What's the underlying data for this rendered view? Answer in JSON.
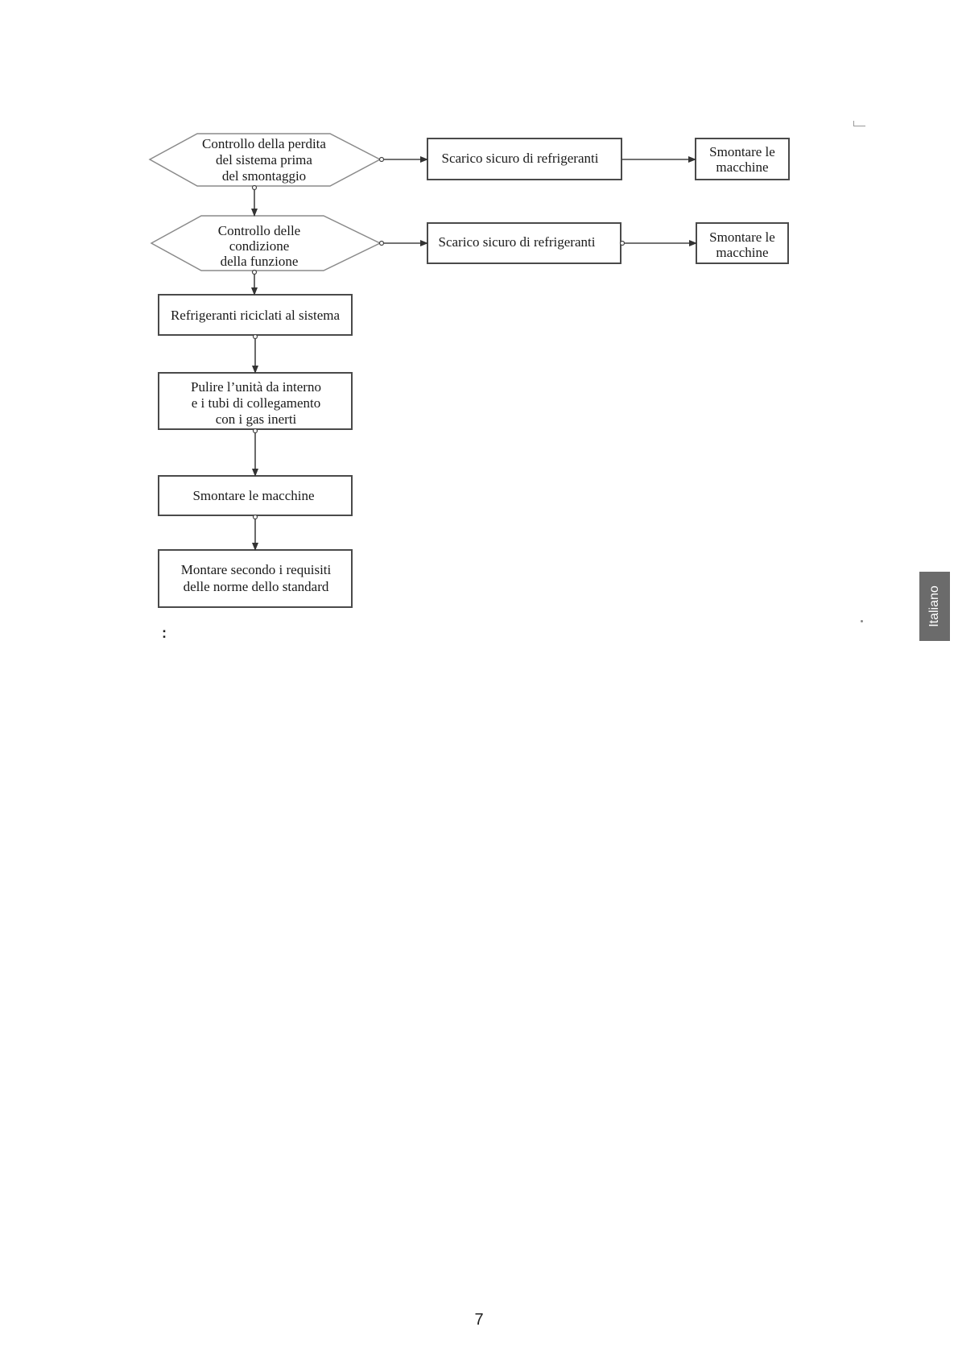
{
  "flowchart": {
    "decision_leak_check": [
      "Controllo della perdita",
      "del sistema prima",
      "del smontaggio"
    ],
    "decision_function_check": [
      "Controllo delle",
      "condizione",
      "della funzione"
    ],
    "branch1_discharge": "Scarico sicuro di refrigeranti",
    "branch1_dismantle": [
      "Smontare le",
      "macchine"
    ],
    "branch2_discharge": "Scarico sicuro di refrigeranti",
    "branch2_dismantle": [
      "Smontare le",
      "macchine"
    ],
    "step_recycle": "Refrigeranti riciclati al sistema",
    "step_clean": [
      "Pulire l’unità da interno",
      "e i tubi di collegamento",
      "con i gas inerti"
    ],
    "step_dismantle": "Smontare le macchine",
    "step_assemble": [
      "Montare secondo i requisiti",
      "delle norme dello standard"
    ]
  },
  "stray_colon": ":",
  "language_tab": "Italiano",
  "page_number": "7"
}
